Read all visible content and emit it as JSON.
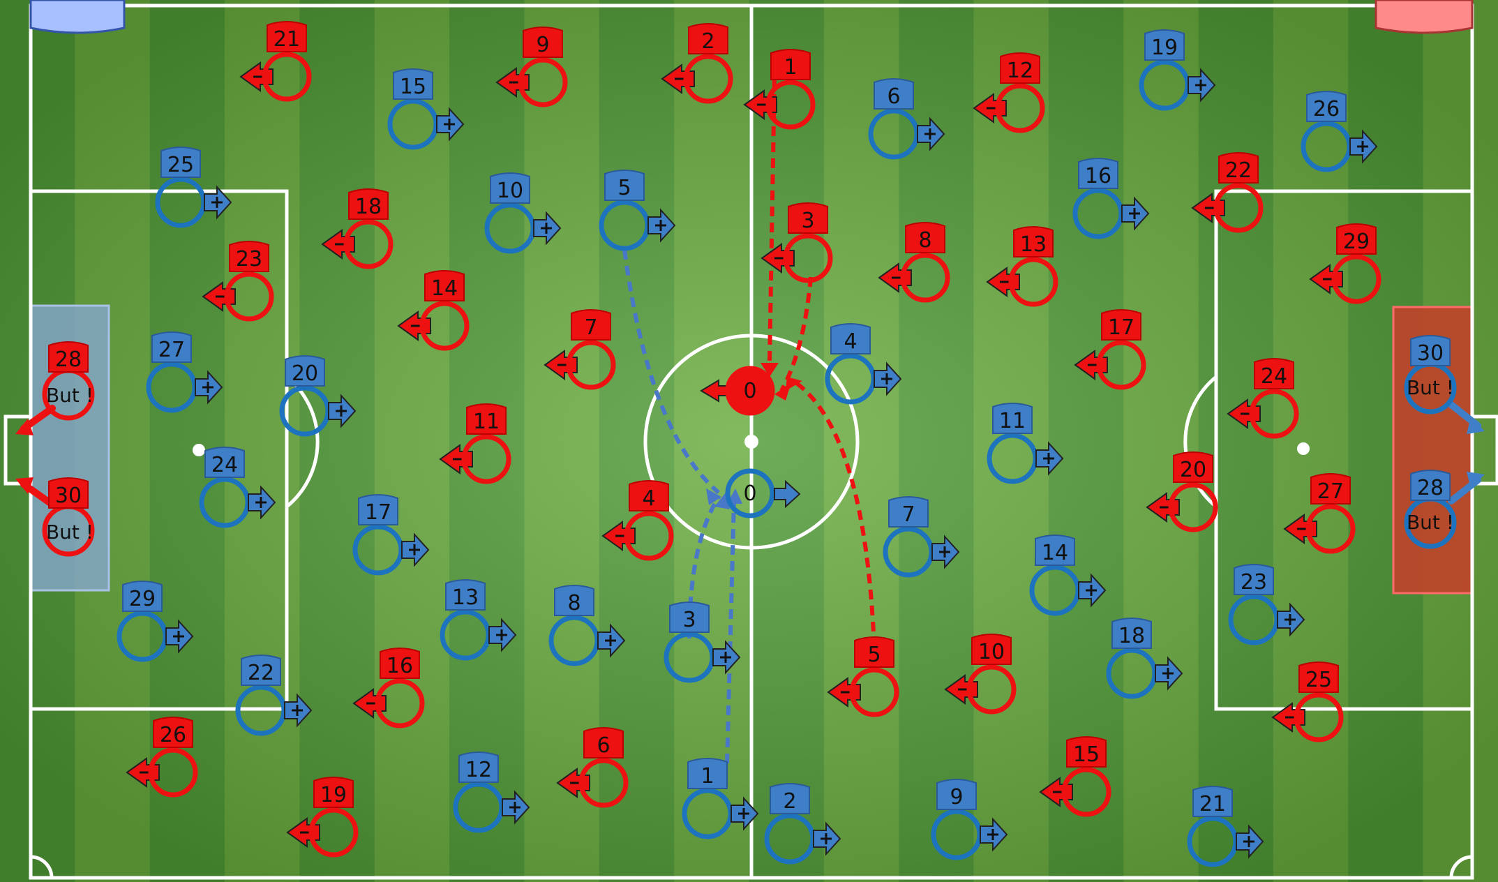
{
  "colors": {
    "red_team": "#ee1111",
    "blue_team": "#1e73be",
    "blue_tag": "#3f7fc8",
    "grass_light": "#7dbb45",
    "grass_dark": "#3c8a2c",
    "lines": "#ffffff",
    "blue_goal_zone": "#8aa8d8",
    "red_goal_zone": "#c0432a",
    "pass_red": "#ee1111",
    "pass_blue": "#4a78c8"
  },
  "icons": {
    "red_arrow": "arrow-left-minus",
    "blue_arrow": "arrow-right-plus"
  },
  "goal_label": "But !",
  "ball_red": {
    "number": "0"
  },
  "ball_blue": {
    "number": "0"
  },
  "red_players": [
    {
      "n": "21"
    },
    {
      "n": "9"
    },
    {
      "n": "2"
    },
    {
      "n": "1"
    },
    {
      "n": "12"
    },
    {
      "n": "18"
    },
    {
      "n": "23"
    },
    {
      "n": "14"
    },
    {
      "n": "7"
    },
    {
      "n": "11"
    },
    {
      "n": "3"
    },
    {
      "n": "8"
    },
    {
      "n": "13"
    },
    {
      "n": "22"
    },
    {
      "n": "29"
    },
    {
      "n": "17"
    },
    {
      "n": "24"
    },
    {
      "n": "20"
    },
    {
      "n": "27"
    },
    {
      "n": "4"
    },
    {
      "n": "16"
    },
    {
      "n": "26"
    },
    {
      "n": "19"
    },
    {
      "n": "6"
    },
    {
      "n": "5"
    },
    {
      "n": "10"
    },
    {
      "n": "15"
    },
    {
      "n": "25"
    },
    {
      "n": "28"
    },
    {
      "n": "30"
    }
  ],
  "blue_players": [
    {
      "n": "15"
    },
    {
      "n": "25"
    },
    {
      "n": "10"
    },
    {
      "n": "5"
    },
    {
      "n": "6"
    },
    {
      "n": "19"
    },
    {
      "n": "26"
    },
    {
      "n": "16"
    },
    {
      "n": "27"
    },
    {
      "n": "20"
    },
    {
      "n": "24"
    },
    {
      "n": "17"
    },
    {
      "n": "29"
    },
    {
      "n": "13"
    },
    {
      "n": "8"
    },
    {
      "n": "22"
    },
    {
      "n": "12"
    },
    {
      "n": "3"
    },
    {
      "n": "1"
    },
    {
      "n": "2"
    },
    {
      "n": "9"
    },
    {
      "n": "21"
    },
    {
      "n": "4"
    },
    {
      "n": "11"
    },
    {
      "n": "7"
    },
    {
      "n": "14"
    },
    {
      "n": "18"
    },
    {
      "n": "23"
    },
    {
      "n": "30"
    },
    {
      "n": "28"
    }
  ]
}
